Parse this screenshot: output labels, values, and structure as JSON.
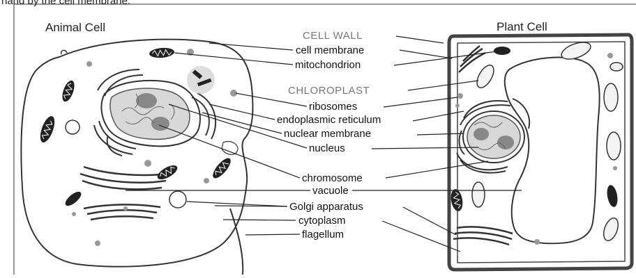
{
  "top_text": "hand by the cell membrane.",
  "animal_title": "Animal Cell",
  "plant_title": "Plant Cell",
  "labels": {
    "cell_wall": "CELL WALL",
    "cell_membrane": "cell membrane",
    "mitochondrion": "mitochondrion",
    "chloroplast": "CHLOROPLAST",
    "ribosomes": "ribosomes",
    "endoplasmic_reticulum": "endoplasmic reticulum",
    "nuclear_membrane": "nuclear membrane",
    "nucleus": "nucleus",
    "chromosome": "chromosome",
    "vacuole": "vacuole",
    "golgi": "Golgi apparatus",
    "cytoplasm": "cytoplasm",
    "flagellum": "flagellum"
  }
}
